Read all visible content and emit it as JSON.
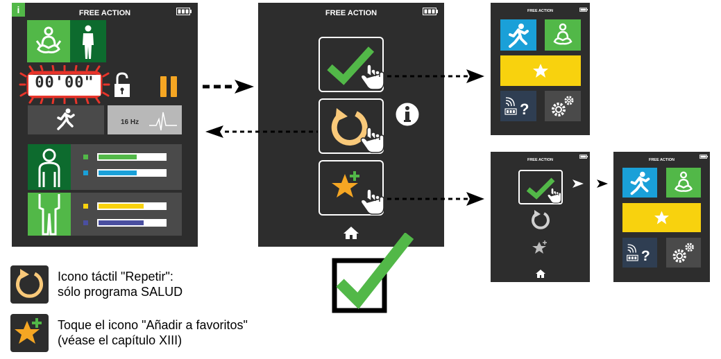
{
  "screens": {
    "main": {
      "title": "FREE ACTION",
      "timer": "00'00\"",
      "frequency": "16 Hz",
      "info_badge": "i"
    },
    "menu": {
      "title": "FREE ACTION"
    },
    "top_right": {
      "title": "FREE ACTION"
    },
    "mid_right": {
      "title": "FREE ACTION"
    },
    "far_right": {
      "title": "FREE ACTION"
    }
  },
  "legend": {
    "repeat_line1": "Icono táctil \"Repetir\":",
    "repeat_line2": "sólo programa SALUD",
    "favorite_line1": "Toque el icono \"Añadir a favoritos\"",
    "favorite_line2": "(véase el capítulo XIII)"
  },
  "colors": {
    "screen_bg": "#2d2d2d",
    "green": "#52b848",
    "dark_green": "#0d6b2e",
    "cyan": "#1aa0d8",
    "yellow": "#f8d20e",
    "orange": "#f5a623",
    "red": "#e8342a",
    "purple": "#4a4fa0",
    "gray": "#4a4a4a"
  }
}
